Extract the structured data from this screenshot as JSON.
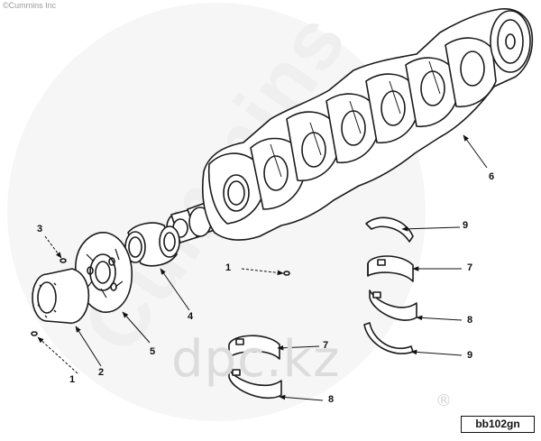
{
  "copyright": "©Cummins Inc",
  "watermark_brand": "Cummins",
  "watermark_site": "dpc.kz",
  "registered_mark": "®",
  "drawing_code": "bb102gn",
  "callouts": {
    "c1a": "1",
    "c1b": "1",
    "c2": "2",
    "c3": "3",
    "c4": "4",
    "c5": "5",
    "c6": "6",
    "c7a": "7",
    "c7b": "7",
    "c8a": "8",
    "c8b": "8",
    "c9a": "9",
    "c9b": "9"
  }
}
